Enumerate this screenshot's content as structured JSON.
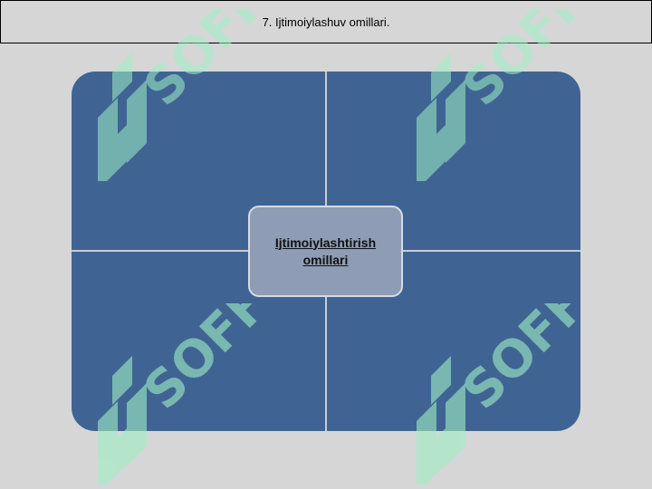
{
  "slide": {
    "title": "7. Ijtimoiylashuv omillari."
  },
  "diagram": {
    "center_label": "Ijtimoiylashtirish omillari",
    "quadrant_count": 4,
    "colors": {
      "panel": "#3f6494",
      "center": "#8e9db5",
      "divider": "#c8ccd2"
    }
  },
  "watermark": {
    "text": "SOFF",
    "color": "#9ef0c4"
  }
}
